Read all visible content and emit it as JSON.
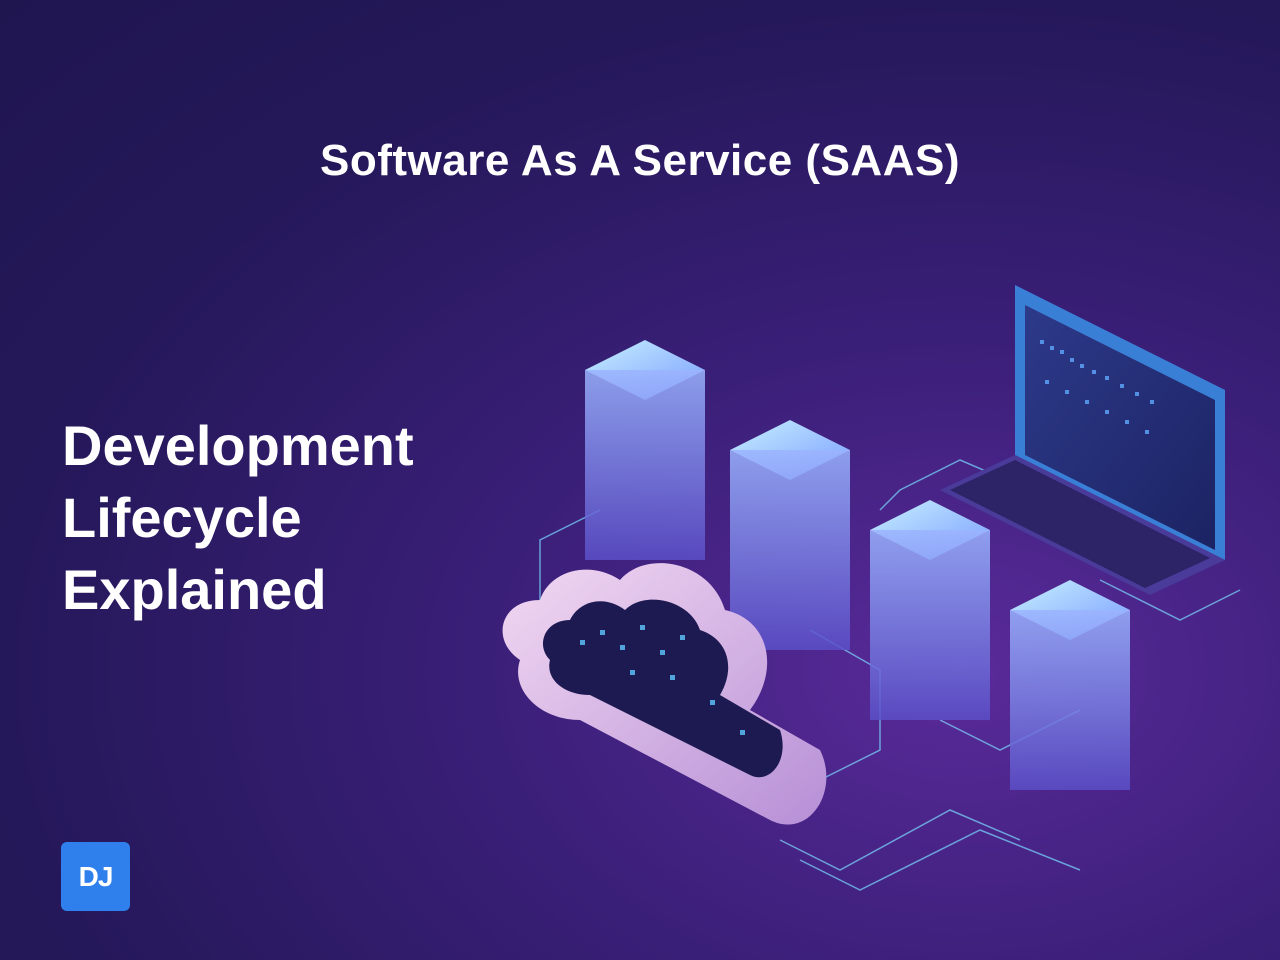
{
  "header": {
    "title": "Software As A Service (SAAS)"
  },
  "subtitle": {
    "lines": [
      "Development",
      "Lifecycle",
      "Explained"
    ]
  },
  "logo": {
    "text": "DJ",
    "color": "#2f80ed"
  },
  "illustration": {
    "icons": [
      "cloud-icon",
      "laptop-icon",
      "circuit-lines",
      "isometric-letters-saas"
    ],
    "accent": "#7ad8ff"
  }
}
